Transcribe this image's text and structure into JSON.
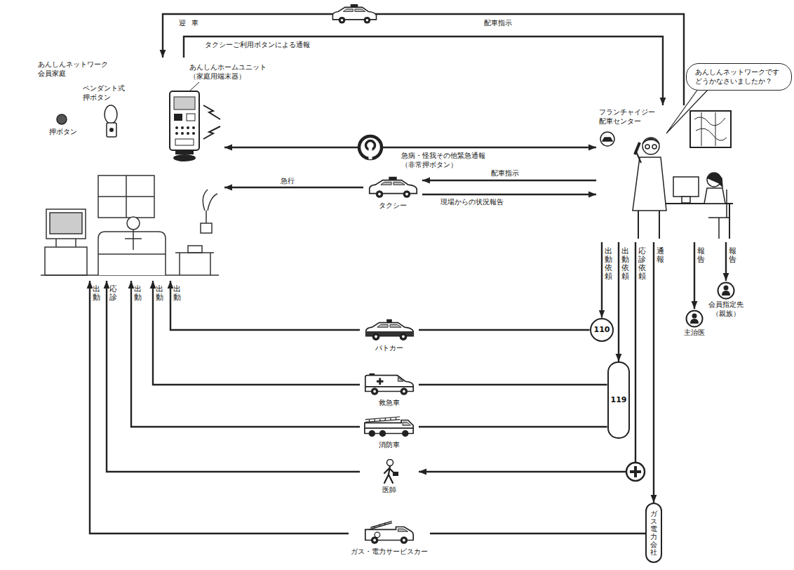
{
  "diagram": {
    "nodes": [
      {
        "text": [
          "あんしんネットワーク 会員家庭"
        ]
      },
      {
        "text": [
          "フランチャイジー 配車センター"
        ]
      },
      {
        "text": [
          "あんしんネットワークです どうかなさいましたか？"
        ]
      },
      {
        "text": [
          "タクシー"
        ]
      },
      {
        "text": [
          "110"
        ]
      },
      {
        "text": [
          "119"
        ]
      },
      {
        "text": [
          "ガス電力会社"
        ]
      },
      {
        "text": [
          "主治医"
        ]
      },
      {
        "text": [
          "会員指定先 （親族）"
        ]
      },
      {
        "text": [
          "パトカー"
        ]
      },
      {
        "text": [
          "救急車"
        ]
      },
      {
        "text": [
          "消防車"
        ]
      },
      {
        "text": [
          "医師"
        ]
      },
      {
        "text": [
          "ガス・電力サービスカー"
        ]
      }
    ],
    "edges": [
      {
        "from": 1,
        "to": 0,
        "arrow": "to",
        "label": "迎車"
      },
      {
        "from": 0,
        "to": 1,
        "arrow": "to",
        "label": "タクシーご利用ボタンによる通報"
      },
      {
        "from": 0,
        "to": 1,
        "arrow": "both",
        "label": "急病・怪我その他緊急通報 （非常押ボタン）"
      },
      {
        "from": 1,
        "to": 3,
        "arrow": "to",
        "label": "配車指示"
      },
      {
        "from": 3,
        "to": 1,
        "arrow": "to",
        "label": "現場からの状況報告"
      },
      {
        "from": 3,
        "to": 0,
        "arrow": "to",
        "label": "急行"
      },
      {
        "from": 1,
        "to": 4,
        "arrow": "to",
        "label": "出動依頼"
      },
      {
        "from": 1,
        "to": 5,
        "arrow": "to",
        "label": "出動依頼"
      },
      {
        "from": 1,
        "to": 12,
        "arrow": "to",
        "label": "応診依頼"
      },
      {
        "from": 1,
        "to": 6,
        "arrow": "to",
        "label": "通報"
      },
      {
        "from": 1,
        "to": 7,
        "arrow": "to",
        "label": "報告"
      },
      {
        "from": 1,
        "to": 8,
        "arrow": "to",
        "label": "報告"
      },
      {
        "from": 4,
        "to": 9,
        "arrow": "none"
      },
      {
        "from": 5,
        "to": 10,
        "arrow": "none"
      },
      {
        "from": 5,
        "to": 11,
        "arrow": "none"
      },
      {
        "from": 6,
        "to": 13,
        "arrow": "none"
      },
      {
        "from": 9,
        "to": 0,
        "arrow": "to",
        "label": "出動"
      },
      {
        "from": 10,
        "to": 0,
        "arrow": "to",
        "label": "出動"
      },
      {
        "from": 11,
        "to": 0,
        "arrow": "to",
        "label": "出動"
      },
      {
        "from": 12,
        "to": 0,
        "arrow": "to",
        "label": "応診"
      },
      {
        "from": 13,
        "to": 0,
        "arrow": "to",
        "label": "出動"
      }
    ],
    "labels": [
      "あんしんホームユニット （家庭用端末器）",
      "ペンダント式 押ボタン",
      "押ボタン",
      "配車指示"
    ]
  }
}
